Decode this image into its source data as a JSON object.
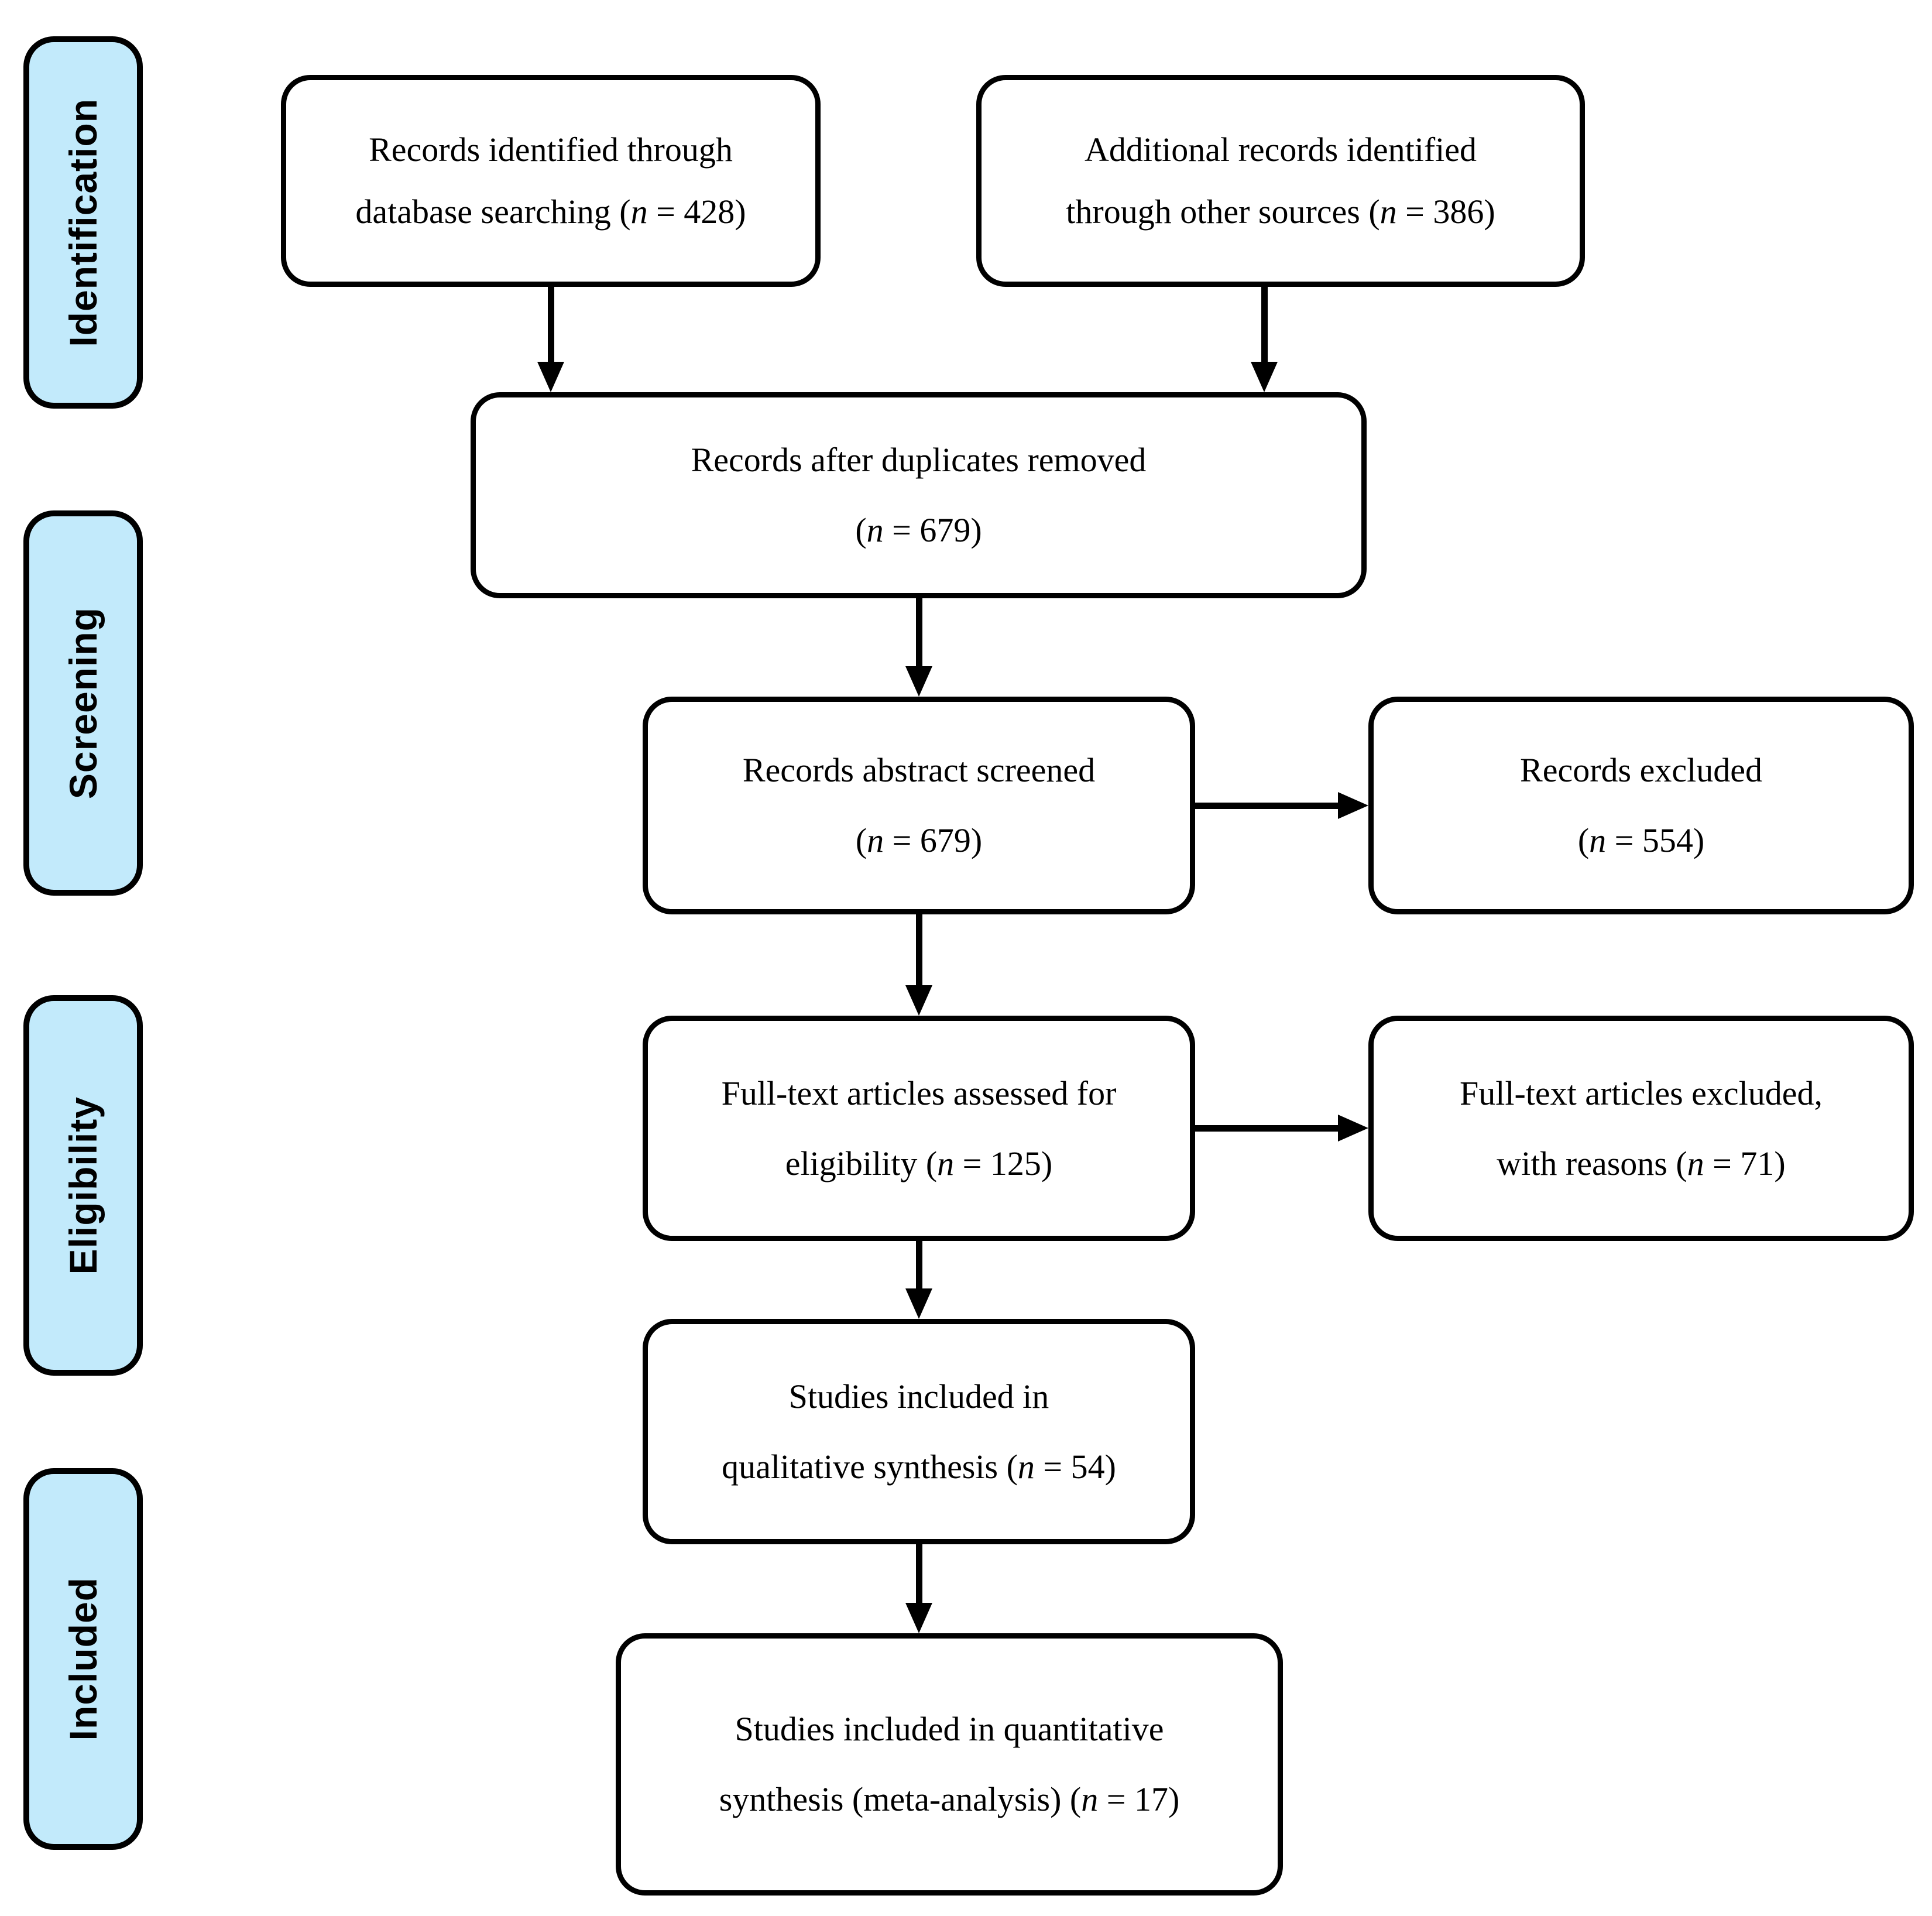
{
  "colors": {
    "sidebar_fill": "#c2eafb",
    "box_fill": "#ffffff",
    "line_color": "#000000"
  },
  "sidebar": {
    "labels": [
      {
        "text": "Identification"
      },
      {
        "text": "Screening"
      },
      {
        "text": "Eligibility"
      },
      {
        "text": "Included"
      }
    ]
  },
  "boxes": {
    "identified": {
      "lines": [
        [
          {
            "t": "Records identified through"
          }
        ],
        [
          {
            "t": "database searching ("
          },
          {
            "t": "n",
            "i": true
          },
          {
            "t": " = 428)"
          }
        ]
      ]
    },
    "additional": {
      "lines": [
        [
          {
            "t": "Additional records identified"
          }
        ],
        [
          {
            "t": "through other sources ("
          },
          {
            "t": "n",
            "i": true
          },
          {
            "t": " = 386)"
          }
        ]
      ]
    },
    "duplicates_removed": {
      "lines": [
        [
          {
            "t": "Records after duplicates removed"
          }
        ],
        [
          {
            "t": "("
          },
          {
            "t": "n",
            "i": true
          },
          {
            "t": " = 679)"
          }
        ]
      ]
    },
    "abstract_screened": {
      "lines": [
        [
          {
            "t": "Records abstract screened"
          }
        ],
        [
          {
            "t": "("
          },
          {
            "t": "n",
            "i": true
          },
          {
            "t": " = 679)"
          }
        ]
      ]
    },
    "records_excluded": {
      "lines": [
        [
          {
            "t": "Records excluded"
          }
        ],
        [
          {
            "t": "("
          },
          {
            "t": "n",
            "i": true
          },
          {
            "t": " = 554)"
          }
        ]
      ]
    },
    "fulltext_assessed": {
      "lines": [
        [
          {
            "t": "Full-text articles assessed for"
          }
        ],
        [
          {
            "t": "eligibility ("
          },
          {
            "t": "n",
            "i": true
          },
          {
            "t": " = 125)"
          }
        ]
      ]
    },
    "fulltext_excluded": {
      "lines": [
        [
          {
            "t": "Full-text articles excluded,"
          }
        ],
        [
          {
            "t": "with reasons ("
          },
          {
            "t": "n",
            "i": true
          },
          {
            "t": " = 71)"
          }
        ]
      ]
    },
    "qualitative": {
      "lines": [
        [
          {
            "t": "Studies included in"
          }
        ],
        [
          {
            "t": "qualitative synthesis ("
          },
          {
            "t": "n",
            "i": true
          },
          {
            "t": " = 54)"
          }
        ]
      ]
    },
    "quantitative": {
      "lines": [
        [
          {
            "t": "Studies included in quantitative"
          }
        ],
        [
          {
            "t": "synthesis (meta-analysis) ("
          },
          {
            "t": "n",
            "i": true
          },
          {
            "t": " = 17)"
          }
        ]
      ]
    }
  }
}
